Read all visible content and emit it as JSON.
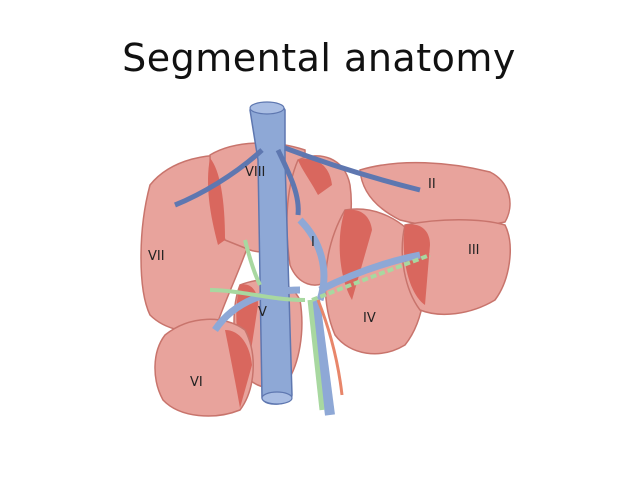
{
  "title": "Segmental anatomy",
  "colors": {
    "liver": "#e8a39c",
    "liver_dark": "#d9675e",
    "liver_edge": "#c8746c",
    "vein": "#8ea8d6",
    "vein_edge": "#5e77b0",
    "duct": "#a8d8a0",
    "artery": "#e8866a"
  },
  "segments": [
    {
      "id": "VIII",
      "label": "VIII"
    },
    {
      "id": "II",
      "label": "II"
    },
    {
      "id": "I",
      "label": "I"
    },
    {
      "id": "VII",
      "label": "VII"
    },
    {
      "id": "III",
      "label": "III"
    },
    {
      "id": "V",
      "label": "V"
    },
    {
      "id": "IV",
      "label": "IV"
    },
    {
      "id": "VI",
      "label": "VI"
    }
  ]
}
